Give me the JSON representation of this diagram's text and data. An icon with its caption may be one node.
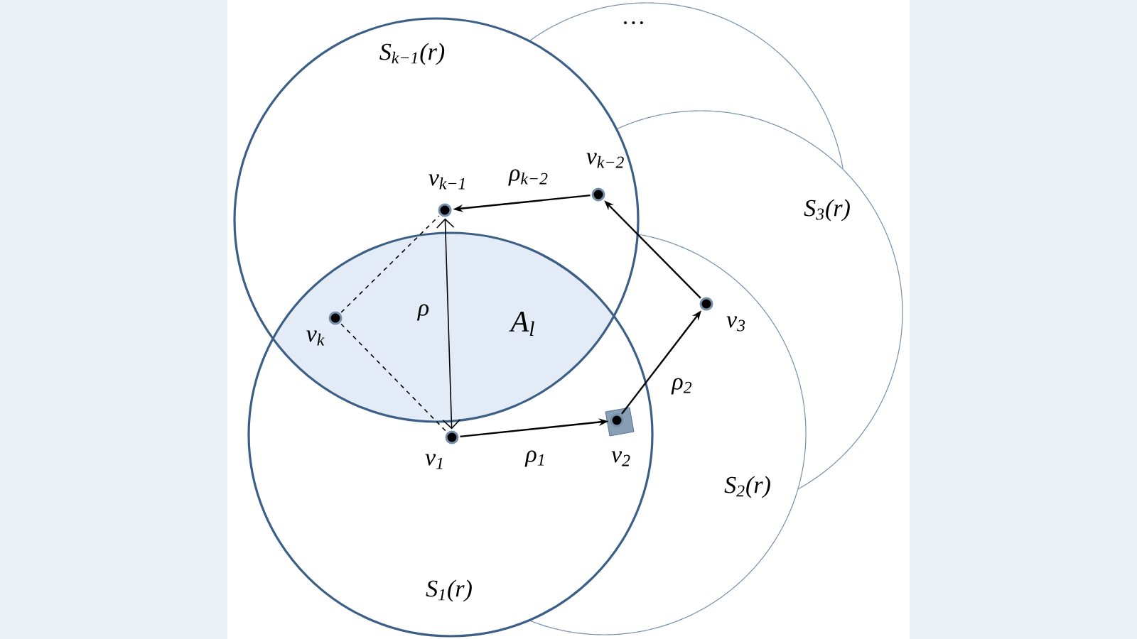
{
  "diagram": {
    "nodes": [
      {
        "text": [],
        "shape": "circle",
        "beside": [
          "v$_{k−1}$"
        ]
      },
      {
        "text": [],
        "shape": "circle",
        "beside": [
          "v$_{k−2}$"
        ]
      },
      {
        "text": [],
        "shape": "circle",
        "beside": [
          "v$_{3}$"
        ]
      },
      {
        "text": [],
        "shape": "circle",
        "beside": [
          "v$_{2}$"
        ]
      },
      {
        "text": [],
        "shape": "circle",
        "beside": [
          "v$_{1}$"
        ]
      },
      {
        "text": [],
        "shape": "circle",
        "beside": [
          "v$_{k}$"
        ]
      }
    ],
    "edges": [
      {
        "from": 4,
        "to": 3,
        "arrow": "to",
        "label": "ρ$_{1}$"
      },
      {
        "from": 3,
        "to": 2,
        "arrow": "to",
        "label": "ρ$_{2}$"
      },
      {
        "from": 2,
        "to": 1,
        "arrow": "to"
      },
      {
        "from": 1,
        "to": 0,
        "arrow": "to",
        "label": "ρ$_{k−2}$"
      },
      {
        "from": 4,
        "to": 0,
        "arrow": "both",
        "label": "ρ"
      },
      {
        "from": 5,
        "to": 0,
        "arrow": "none",
        "style": "dashed"
      },
      {
        "from": 5,
        "to": 4,
        "arrow": "none",
        "style": "dashed"
      }
    ],
    "labels": [
      "…",
      "S$_{k−1}$(r)",
      "S$_{3}$(r)",
      "A$_{l}$",
      "S$_{2}$(r)",
      "S$_{1}$(r)"
    ]
  }
}
